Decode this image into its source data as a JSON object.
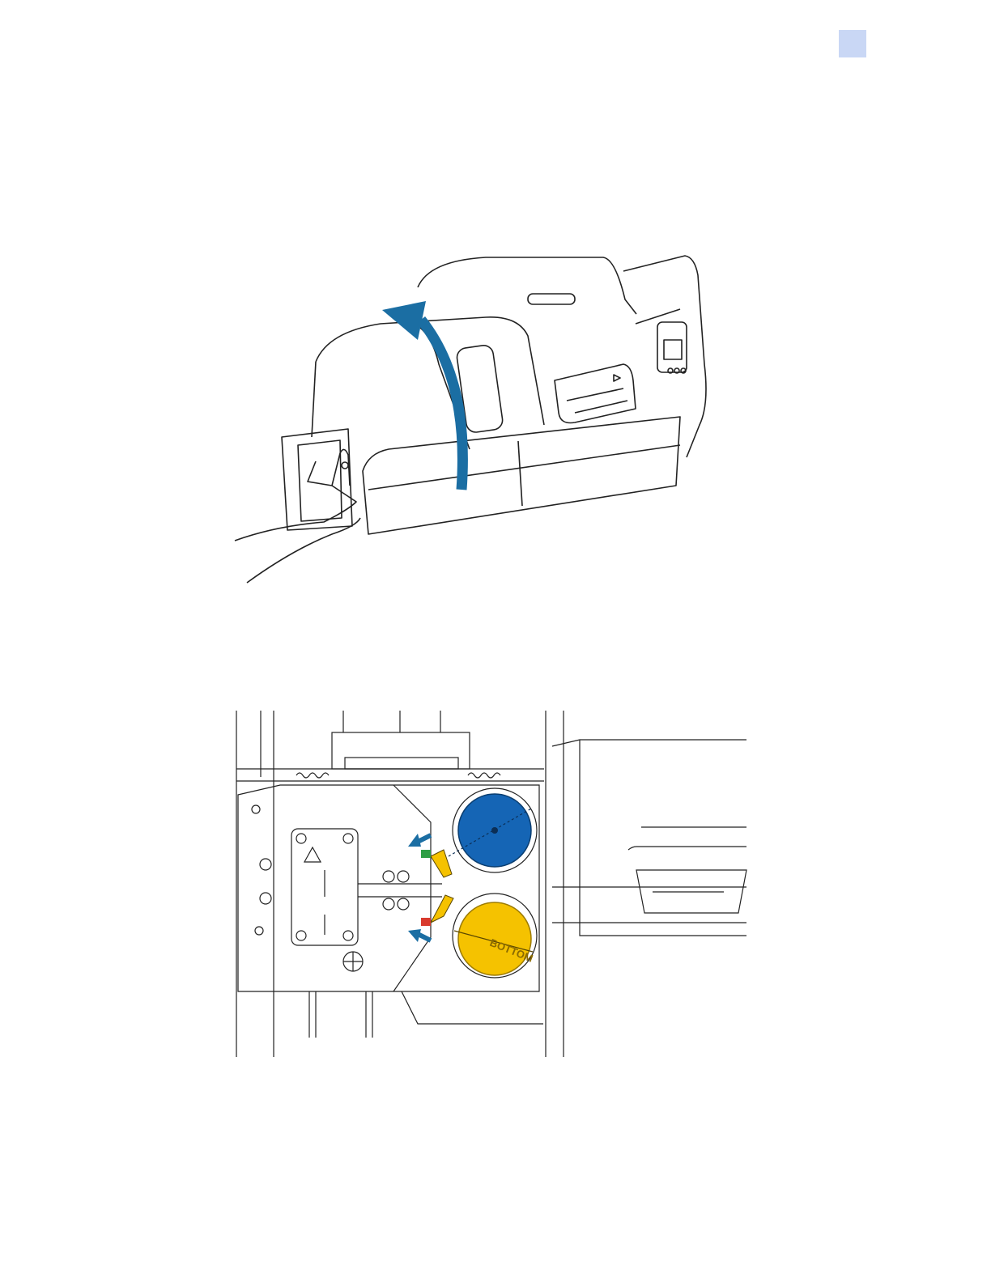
{
  "page": {
    "tab_color": "#c9d7f5"
  },
  "figures": {
    "printer_lid": {
      "icon": "printer-open-lid-illustration",
      "arrow_color": "#1b6ea3"
    },
    "interior": {
      "icon": "printer-interior-illustration",
      "ribbon_top_color": "#1565b5",
      "ribbon_bottom_color": "#f5c200",
      "arrow_color": "#1b6ea3",
      "spool_label": "BOTTOM"
    }
  }
}
